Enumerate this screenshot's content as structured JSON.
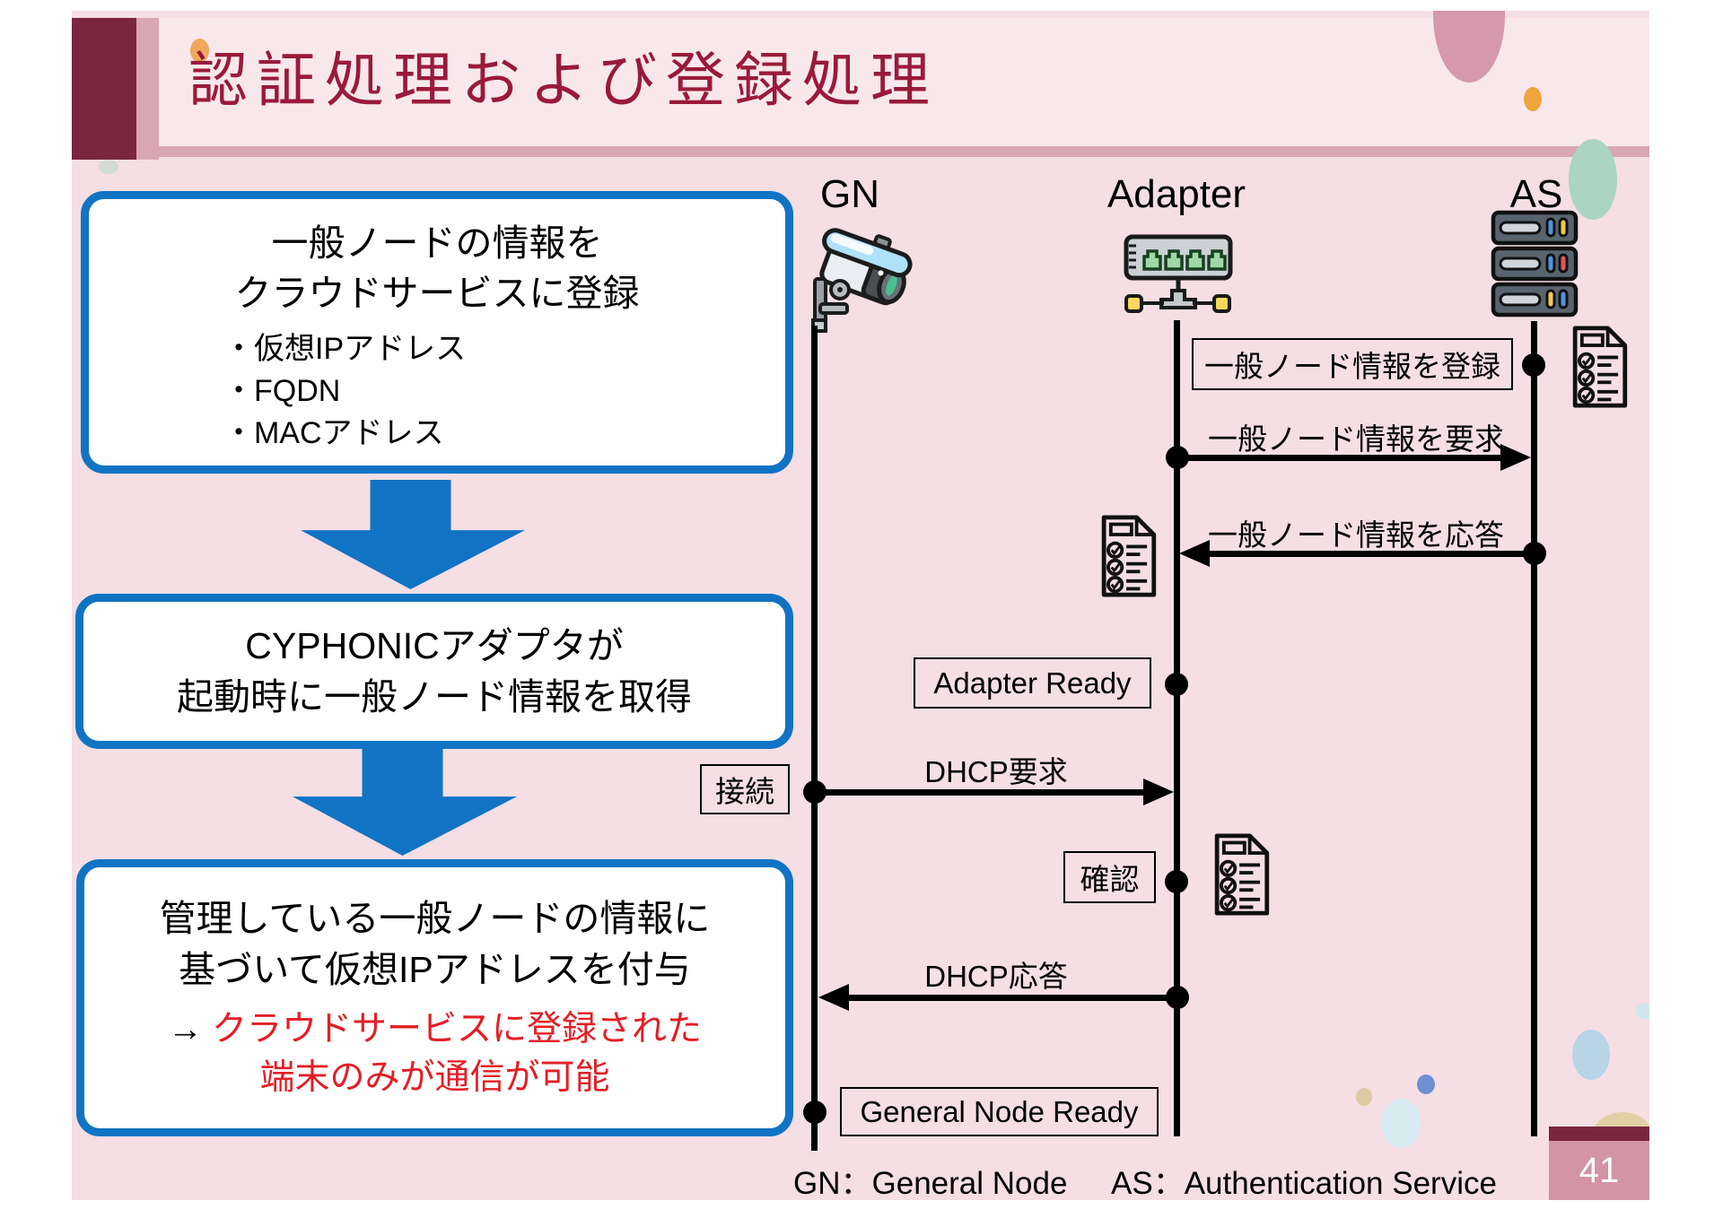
{
  "title": "認証処理および登録処理",
  "page_number": "41",
  "colors": {
    "slide_background": "#f5dee4",
    "banner_background": "#f8e8ec",
    "banner_shadow": "#d8a6b4",
    "accent_maroon": "#7b2641",
    "title_text": "#9a1a3a",
    "flow_box_blue": "#1173c4",
    "alert_red": "#e31e25",
    "page_badge_pink": "#d294a6"
  },
  "flow_boxes": {
    "box1": {
      "line1": "一般ノードの情報を",
      "line2": "クラウドサービスに登録",
      "bullets": [
        "・仮想IPアドレス",
        "・FQDN",
        "・MACアドレス"
      ]
    },
    "box2": {
      "line1": "CYPHONICアダプタが",
      "line2": "起動時に一般ノード情報を取得"
    },
    "box3": {
      "line1": "管理している一般ノードの情報に",
      "line2": "基づいて仮想IPアドレスを付与",
      "arrow": "→",
      "red1": "クラウドサービスに登録された",
      "red2": "端末のみが通信が可能"
    }
  },
  "sequence": {
    "actors": {
      "gn": "GN",
      "adapter": "Adapter",
      "as": "AS"
    },
    "messages": {
      "register": "一般ノード情報を登録",
      "request": "一般ノード情報を要求",
      "response": "一般ノード情報を応答",
      "adapter_ready": "Adapter Ready",
      "dhcp_request": "DHCP要求",
      "connect": "接続",
      "confirm": "確認",
      "dhcp_response": "DHCP応答",
      "gn_ready": "General Node Ready"
    }
  },
  "legend": {
    "gn": "GN：General Node",
    "as": "AS：Authentication Service"
  }
}
